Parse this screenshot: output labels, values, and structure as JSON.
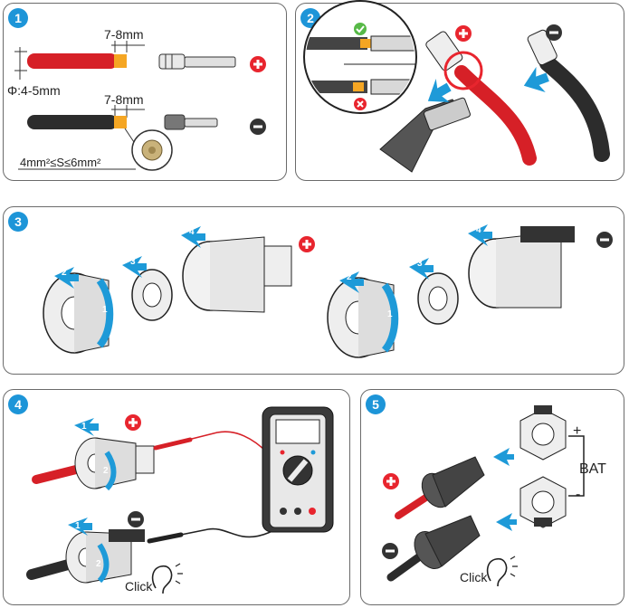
{
  "steps": [
    {
      "number": "1"
    },
    {
      "number": "2"
    },
    {
      "number": "3"
    },
    {
      "number": "4"
    },
    {
      "number": "5"
    }
  ],
  "step1": {
    "strip_length_pos": "7-8mm",
    "strip_length_neg": "7-8mm",
    "diameter": "Φ:4-5mm",
    "cross_section": "4mm²≤S≤6mm²"
  },
  "step3": {
    "callouts": [
      "1",
      "2",
      "3",
      "4"
    ]
  },
  "step4": {
    "callouts": [
      "1",
      "2"
    ],
    "click_label": "Click"
  },
  "step5": {
    "click_label": "Click",
    "bat_label": "BAT",
    "plus_sign": "+",
    "minus_sign": "-"
  },
  "colors": {
    "step_badge": "#1d95d8",
    "polarity_positive": "#e8252e",
    "polarity_negative": "#333333",
    "cable_red": "#d62027",
    "cable_black": "#2c2c2c",
    "copper": "#f5a623",
    "arrow_blue": "#1e9ad8"
  }
}
